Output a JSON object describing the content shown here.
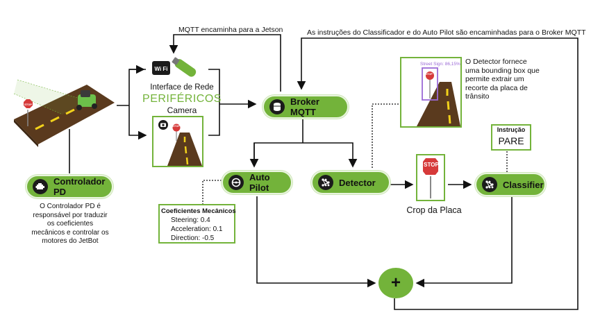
{
  "top_note_left": "MQTT encaminha para a Jetson",
  "top_note_right": "As instruções do Classificador e do Auto Pilot são encaminhadas para o Broker MQTT",
  "peripherals": {
    "wifi_label": "Wi Fi",
    "network_label": "Interface de Rede",
    "title": "PERIFÉRICOS",
    "camera_label": "Camera"
  },
  "nodes": {
    "broker": "Broker MQTT",
    "autopilot": "Auto Pilot",
    "detector": "Detector",
    "classifier": "Classifier",
    "controller": "Controlador PD",
    "plus": "+"
  },
  "controller_desc": "O Controlador PD é responsável por traduzir os coeficientes mecânicos e controlar os motores do JetBot",
  "detector_desc": "O Detector fornece uma bounding box que permite extrair um recorte da placa de trânsito",
  "detection_label": "Street Sign: 86,15%",
  "stop_text": "STOP",
  "crop_label": "Crop da Placa",
  "instruction": {
    "title": "Instrução",
    "value": "PARE"
  },
  "coefficients": {
    "title": "Coeficientes Mecânicos",
    "items": [
      "Steering: 0.4",
      "Acceleration: 0.1",
      "Direction: -0.5"
    ]
  },
  "colors": {
    "accent": "#73b33a",
    "road": "#5a3a1e",
    "stripe": "#f2d21b",
    "box_purple": "#9b6ad6",
    "stop_red": "#d63a3a"
  }
}
